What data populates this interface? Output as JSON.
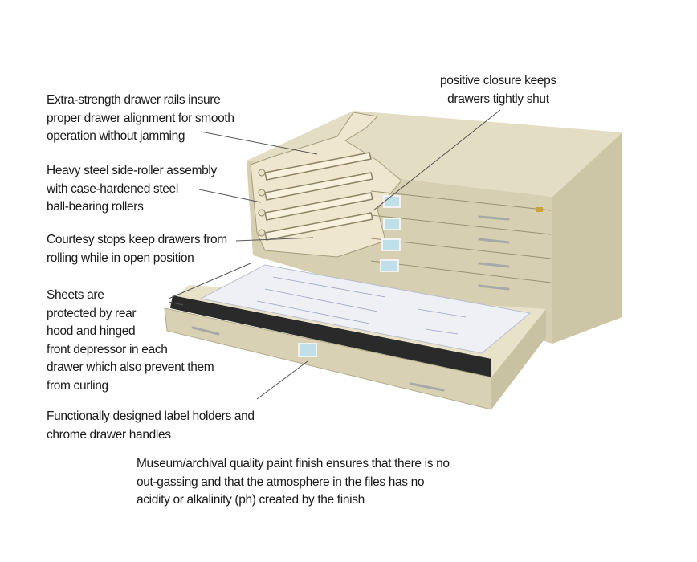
{
  "callouts": {
    "rails": [
      "Extra-strength drawer rails insure",
      "proper drawer alignment for smooth",
      "operation without jamming"
    ],
    "rollers": [
      "Heavy steel side-roller assembly",
      "with case-hardened steel",
      "ball-bearing rollers"
    ],
    "stops": [
      "Courtesy stops keep drawers from",
      "rolling while in open position"
    ],
    "sheets": [
      "Sheets are",
      "protected by rear",
      "hood and hinged",
      "front depressor in each",
      "drawer which also prevent them",
      "from curling"
    ],
    "labels": [
      "Functionally designed label holders and",
      "chrome drawer handles"
    ],
    "closure": [
      "positive closure keeps",
      "drawers tightly shut"
    ],
    "finish": [
      "Museum/archival quality paint finish ensures that there is no",
      "out-gassing and that the atmosphere in the files has no",
      "acidity or alkalinity (ph) created by the finish"
    ]
  },
  "colors": {
    "cabinet": "#d9d3b8",
    "cabinet_side": "#cfc8a9",
    "cabinet_shadow": "#bdb592",
    "label": "#bfe0e8",
    "hood": "#2a2a2a",
    "leader": "#555555"
  }
}
